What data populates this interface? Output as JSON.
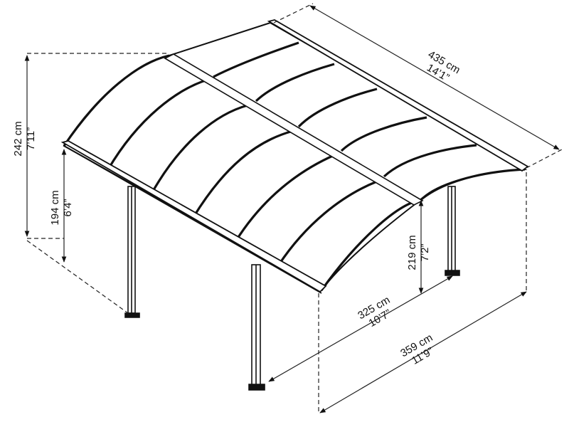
{
  "diagram": {
    "subject": "Arched carport with polycarbonate roof panels",
    "colors": {
      "line": "#111111",
      "panel": "#ffffff",
      "dashed": "#222222"
    },
    "dimensions": {
      "length": {
        "metric": "435 cm",
        "imperial": "14’1”"
      },
      "total_height": {
        "metric": "242 cm",
        "imperial": "7’11”"
      },
      "eave_height": {
        "metric": "194 cm",
        "imperial": "6’4”"
      },
      "clearance_height": {
        "metric": "219 cm",
        "imperial": "7’2”"
      },
      "post_span": {
        "metric": "325 cm",
        "imperial": "10’7”"
      },
      "total_width": {
        "metric": "359 cm",
        "imperial": "11’9”"
      }
    }
  }
}
